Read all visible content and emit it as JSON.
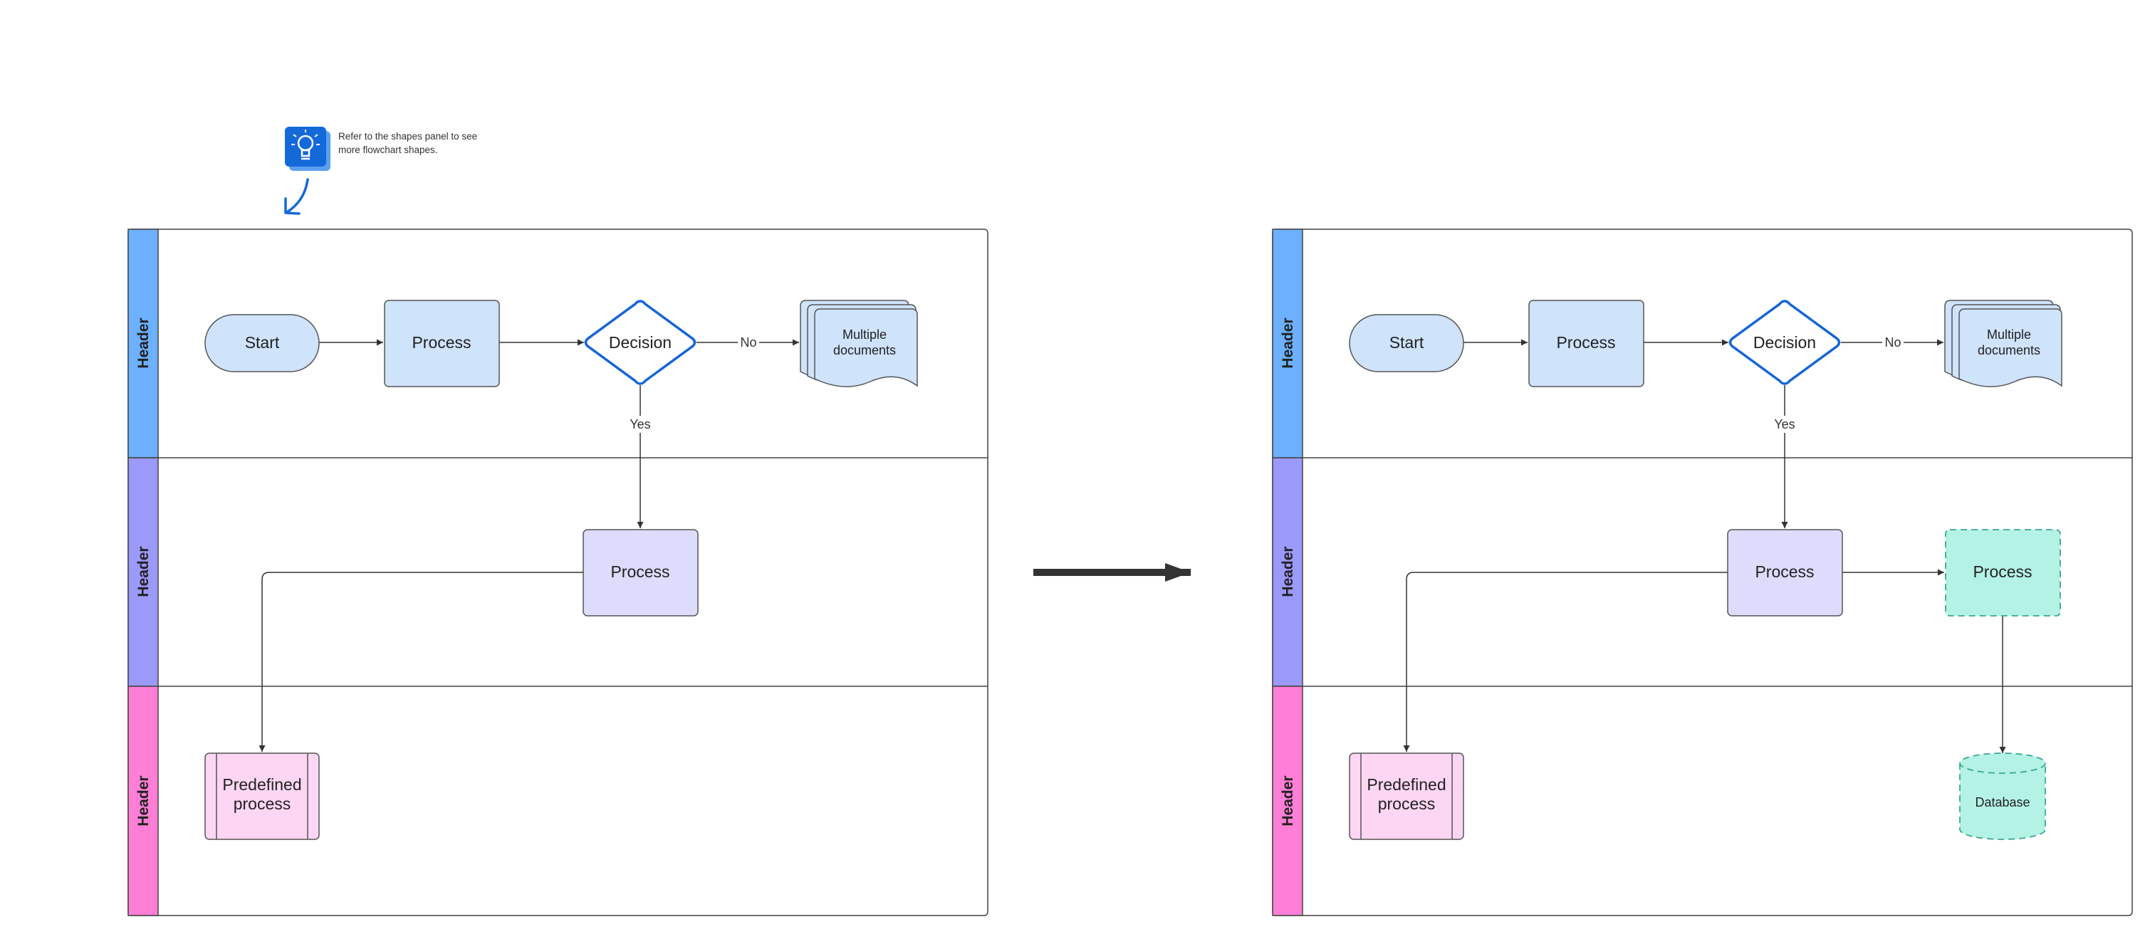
{
  "tip": {
    "line1": "Refer to the shapes panel to see",
    "line2": "more flowchart shapes.",
    "icon": "lightbulb-icon"
  },
  "colors": {
    "lane1": "#6cb0ff",
    "lane2": "#9b99fa",
    "lane3": "#ff7fd7",
    "process_fill": "#cfe3fb",
    "process2_fill": "#dddcfc",
    "predefined_fill": "#fdd6f3",
    "new_fill": "#b4f2e6",
    "new_stroke": "#3aa794",
    "decision_stroke": "#1565d8",
    "icon_blue": "#1469d9"
  },
  "left": {
    "lanes": [
      {
        "label": "Header"
      },
      {
        "label": "Header"
      },
      {
        "label": "Header"
      }
    ],
    "start": "Start",
    "process_top": "Process",
    "decision": "Decision",
    "no_label": "No",
    "yes_label": "Yes",
    "multidoc_line1": "Multiple",
    "multidoc_line2": "documents",
    "process_mid": "Process",
    "predefined_line1": "Predefined",
    "predefined_line2": "process"
  },
  "right": {
    "lanes": [
      {
        "label": "Header"
      },
      {
        "label": "Header"
      },
      {
        "label": "Header"
      }
    ],
    "start": "Start",
    "process_top": "Process",
    "decision": "Decision",
    "no_label": "No",
    "yes_label": "Yes",
    "multidoc_line1": "Multiple",
    "multidoc_line2": "documents",
    "process_mid": "Process",
    "process_new": "Process",
    "predefined_line1": "Predefined",
    "predefined_line2": "process",
    "database": "Database"
  }
}
